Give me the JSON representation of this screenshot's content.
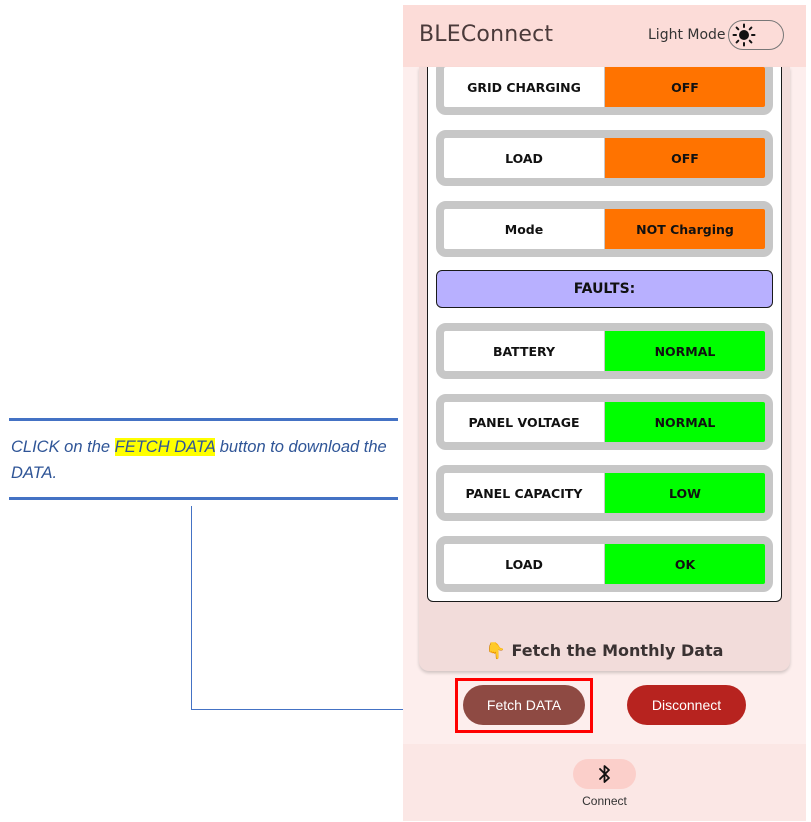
{
  "annotation": {
    "text_before": "CLICK on the ",
    "text_highlight": "FETCH DATA",
    "text_after": " button to download the DATA."
  },
  "app": {
    "title": "BLEConnect",
    "mode_label": "Light Mode",
    "mode_icon": "sun-icon"
  },
  "status_rows": [
    {
      "label": "GRID CHARGING",
      "value": "OFF",
      "color": "#ff7300"
    },
    {
      "label": "LOAD",
      "value": "OFF",
      "color": "#ff7300"
    },
    {
      "label": "Mode",
      "value": "NOT Charging",
      "color": "#ff7300"
    }
  ],
  "faults": {
    "title": "FAULTS:",
    "rows": [
      {
        "label": "BATTERY",
        "value": "NORMAL",
        "color": "#00ff00"
      },
      {
        "label": "PANEL VOLTAGE",
        "value": "NORMAL",
        "color": "#00ff00"
      },
      {
        "label": "PANEL CAPACITY",
        "value": "LOW",
        "color": "#00ff00"
      },
      {
        "label": "LOAD",
        "value": "OK",
        "color": "#00ff00"
      }
    ]
  },
  "fetch_hint": "Fetch the Monthly Data",
  "buttons": {
    "fetch": "Fetch DATA",
    "disconnect": "Disconnect"
  },
  "bottom_nav": {
    "icon": "bluetooth-icon",
    "label": "Connect"
  }
}
